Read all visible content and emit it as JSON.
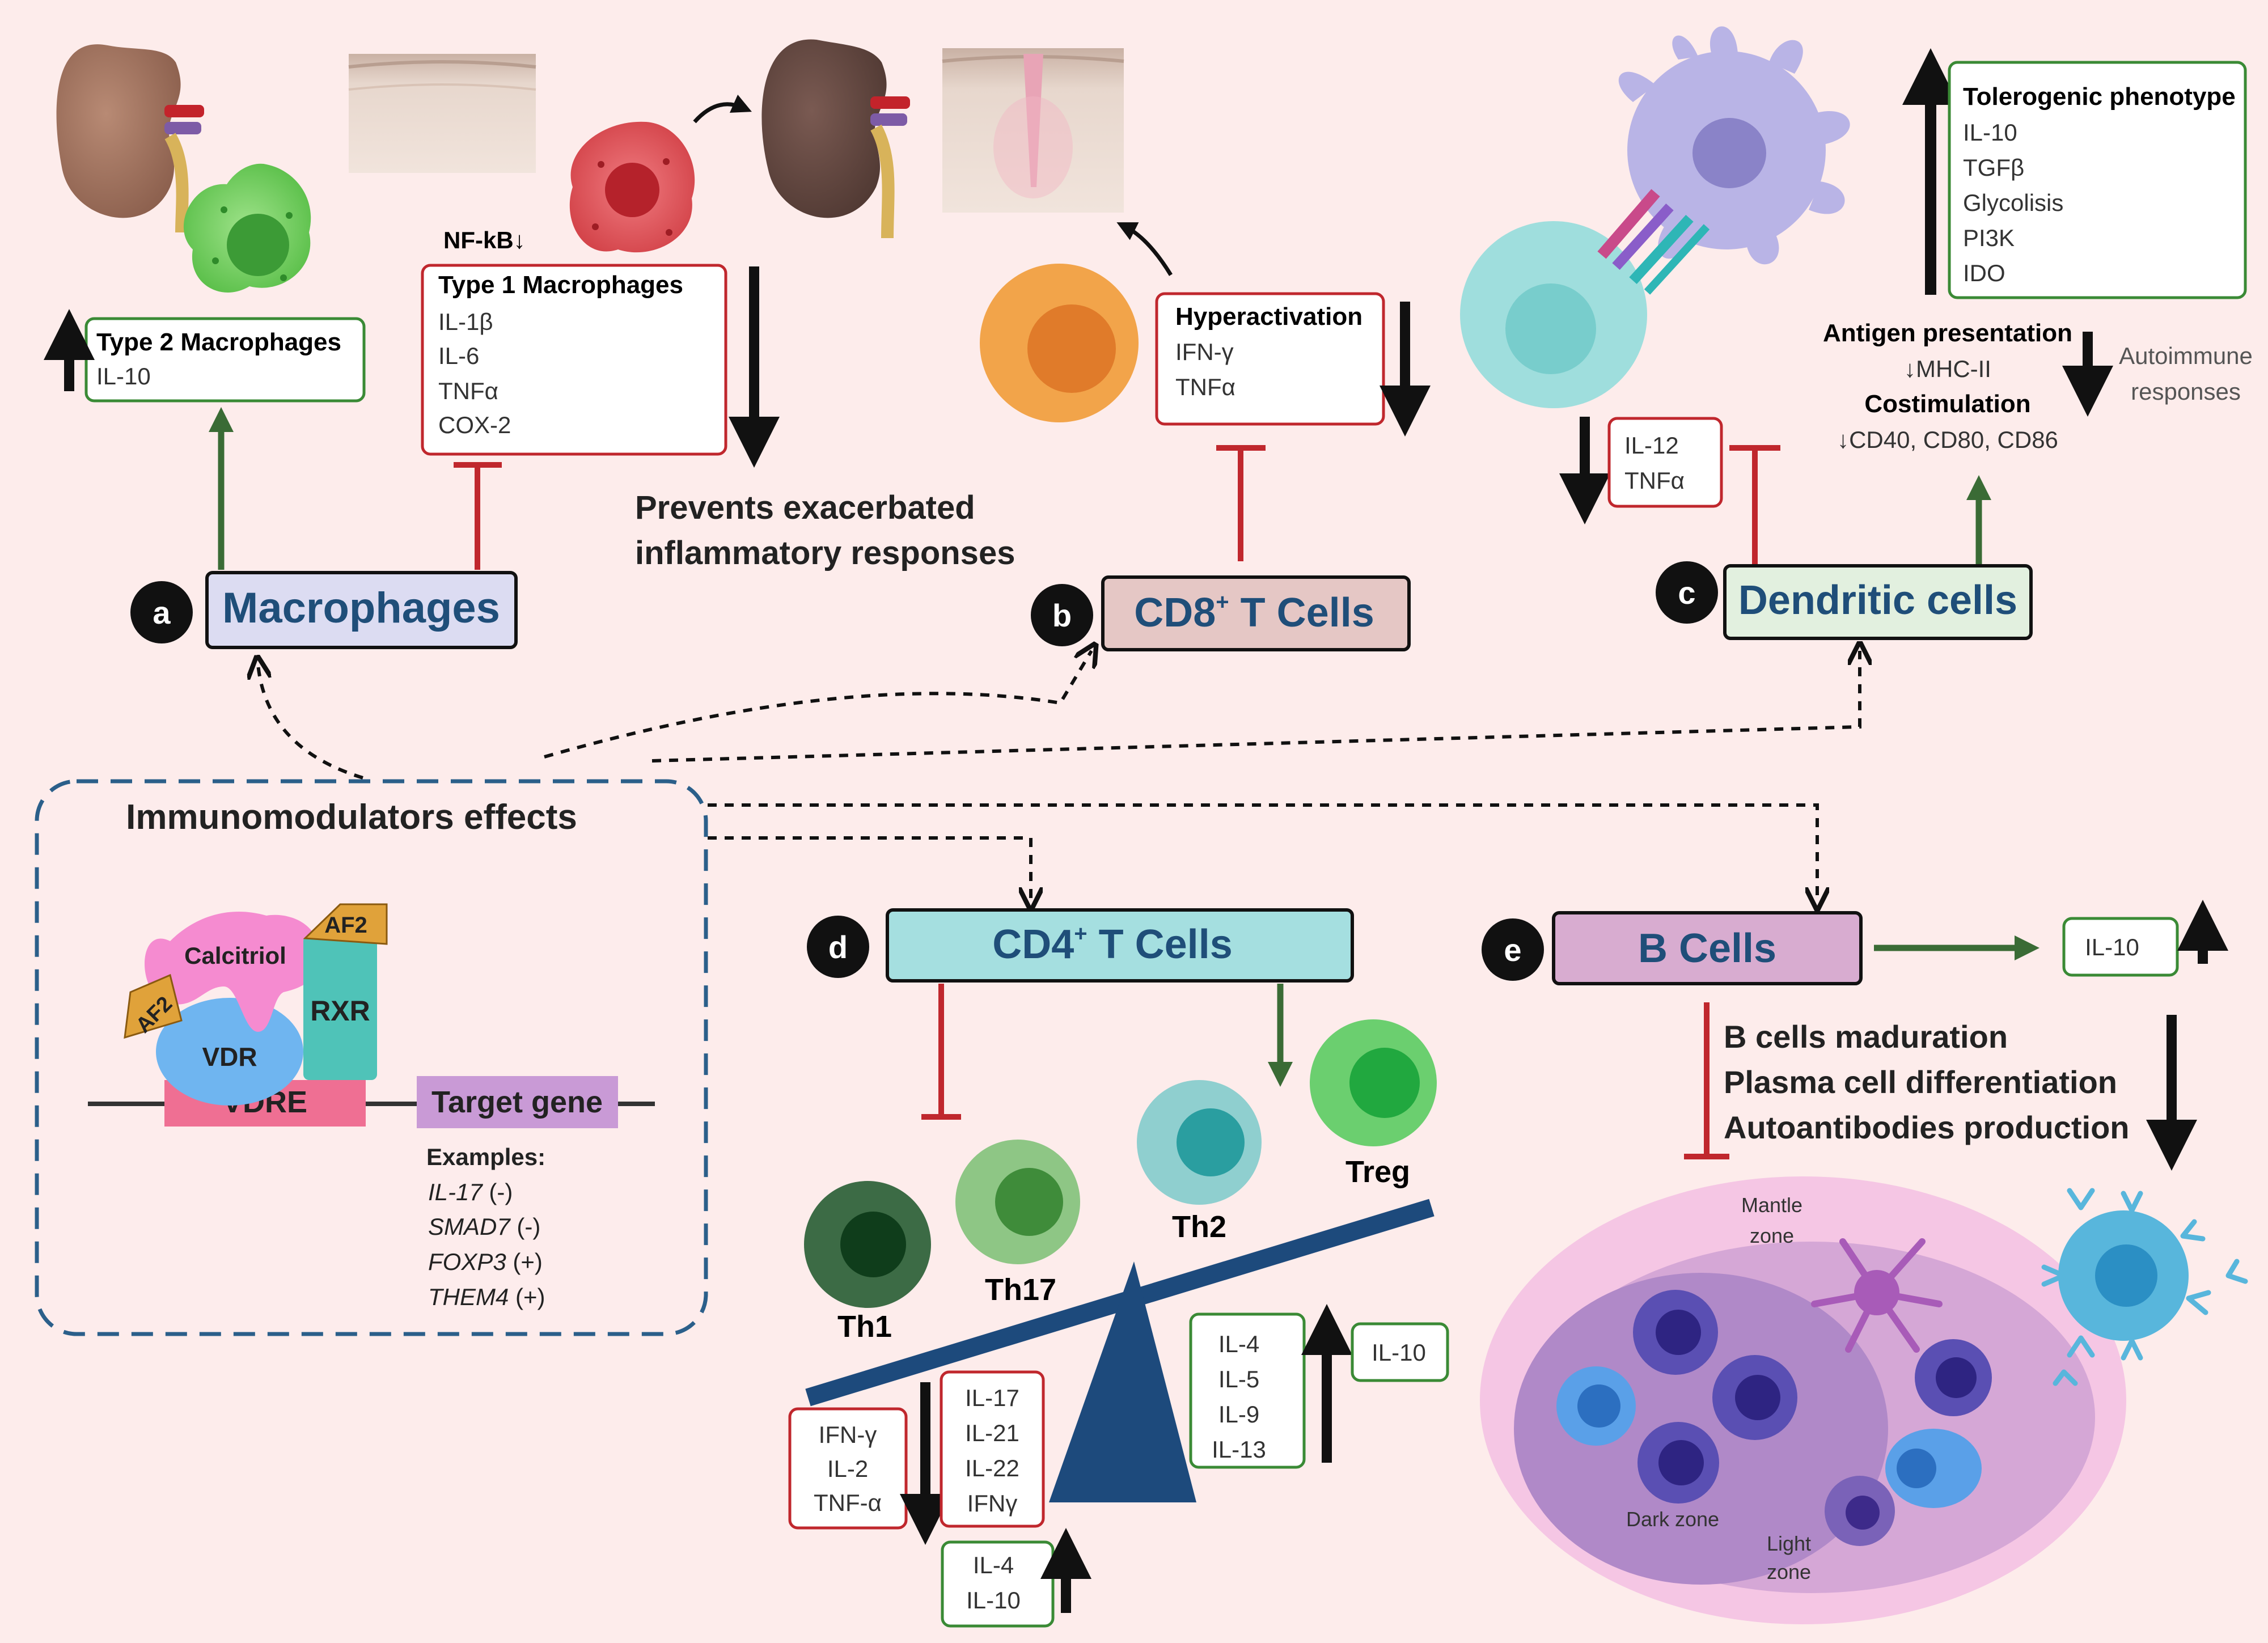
{
  "labels": {
    "a": "a",
    "b": "b",
    "c": "c",
    "d": "d",
    "e": "e"
  },
  "macrophages": {
    "title": "Macrophages",
    "type2": {
      "title": "Type 2 Macrophages",
      "items": [
        "IL-10"
      ]
    },
    "nfkb": "NF-kB↓",
    "type1": {
      "title": "Type 1 Macrophages",
      "items": [
        "IL-1β",
        "IL-6",
        "TNFα",
        "COX-2"
      ]
    },
    "prevents": [
      "Prevents exacerbated",
      "inflammatory responses"
    ]
  },
  "cd8": {
    "title_main": "CD8",
    "title_sup": "+",
    "title_rest": " T Cells",
    "hyper": {
      "title": "Hyperactivation",
      "items": [
        "IFN-γ",
        "TNFα"
      ]
    }
  },
  "dendritic": {
    "title": "Dendritic cells",
    "tolerogenic": {
      "title": "Tolerogenic phenotype",
      "items": [
        "IL-10",
        "TGFβ",
        "Glycolisis",
        "PI3K",
        "IDO"
      ]
    },
    "antigen": "Antigen presentation",
    "mhc": "↓MHC-II",
    "costim": "Costimulation",
    "cd": "↓CD40, CD80, CD86",
    "autoimmune": [
      "Autoimmune",
      "responses"
    ],
    "il12box": [
      "IL-12",
      "TNFα"
    ]
  },
  "immuno": {
    "title": "Immunomodulators effects",
    "calcitriol": "Calcitriol",
    "af2_top": "AF2",
    "af2_left": "AF2",
    "rxr": "RXR",
    "vdr": "VDR",
    "vdre": "VDRE",
    "target": "Target gene",
    "examples_title": "Examples:",
    "examples": [
      {
        "gene": "IL-17",
        "sign": " (-)"
      },
      {
        "gene": "SMAD7",
        "sign": " (-)"
      },
      {
        "gene": "FOXP3",
        "sign": " (+)"
      },
      {
        "gene": "THEM4",
        "sign": " (+)"
      }
    ]
  },
  "cd4": {
    "title_main": "CD4",
    "title_sup": "+",
    "title_rest": " T Cells",
    "th1": "Th1",
    "th17": "Th17",
    "th2": "Th2",
    "treg": "Treg",
    "box_th1": [
      "IFN-γ",
      "IL-2",
      "TNF-α"
    ],
    "box_th17": [
      "IL-17",
      "IL-21",
      "IL-22",
      "IFNγ"
    ],
    "box_il4": [
      "IL-4",
      "IL-10"
    ],
    "box_th2": [
      "IL-4",
      "IL-5",
      "IL-9",
      "IL-13"
    ],
    "box_treg": [
      "IL-10"
    ]
  },
  "bcells": {
    "title": "B Cells",
    "il10": "IL-10",
    "effects": [
      "B cells maduration",
      "Plasma cell differentiation",
      "Autoantibodies production"
    ],
    "mantle": [
      "Mantle",
      "zone"
    ],
    "dark": "Dark zone",
    "light": [
      "Light",
      "zone"
    ]
  },
  "colors": {
    "background": "#fdeceb",
    "green": "#3a6b35",
    "red": "#c0272d",
    "title_blue": "#1f4e79",
    "seesaw": "#1d4a7c"
  }
}
